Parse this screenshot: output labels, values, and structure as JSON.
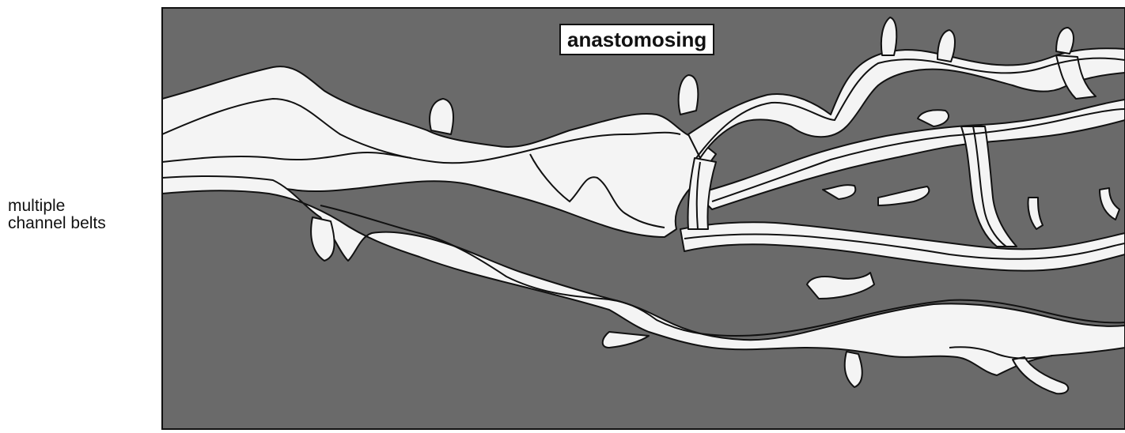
{
  "diagram": {
    "title": "anastomosing",
    "side_label": {
      "line1": "multiple",
      "line2": "channel belts"
    },
    "colors": {
      "floodplain": "#6a6a6a",
      "channel": "#f4f4f4",
      "outline": "#111111",
      "background": "#ffffff"
    }
  }
}
